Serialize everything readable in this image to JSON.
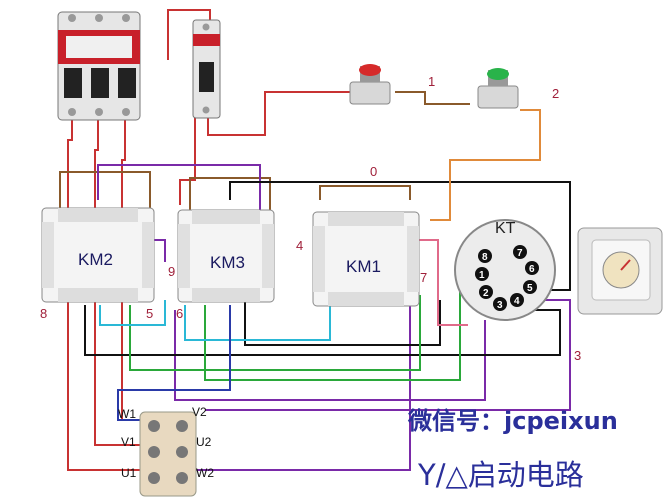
{
  "title": "Y/△启动电路",
  "watermark": "微信号：jcpeixun",
  "contactors": [
    {
      "id": "km2",
      "label": "KM2"
    },
    {
      "id": "km3",
      "label": "KM3"
    },
    {
      "id": "km1",
      "label": "KM1"
    }
  ],
  "timer": {
    "label": "KT",
    "pins": [
      "1",
      "2",
      "3",
      "4",
      "5",
      "6",
      "7",
      "8"
    ]
  },
  "wire_numbers": {
    "n0": "0",
    "n1": "1",
    "n2": "2",
    "n3": "3",
    "n4": "4",
    "n5": "5",
    "n6": "6",
    "n7": "7",
    "n8": "8",
    "n9": "9"
  },
  "motor_terminals": {
    "w1": "W1",
    "v1": "V1",
    "u1": "U1",
    "v2": "V2",
    "u2": "U2",
    "w2": "W2"
  },
  "buttons": [
    {
      "id": "stop",
      "color": "#d62a2a"
    },
    {
      "id": "start",
      "color": "#29b34a"
    }
  ],
  "colors": {
    "brown": "#8a5a2b",
    "red": "#c83232",
    "purple": "#7a2aa8",
    "black": "#111111",
    "cyan": "#2ab8d6",
    "green": "#2aa83a",
    "blue": "#2a3aa8",
    "orange": "#e08a3a",
    "pink": "#e06a8a"
  }
}
